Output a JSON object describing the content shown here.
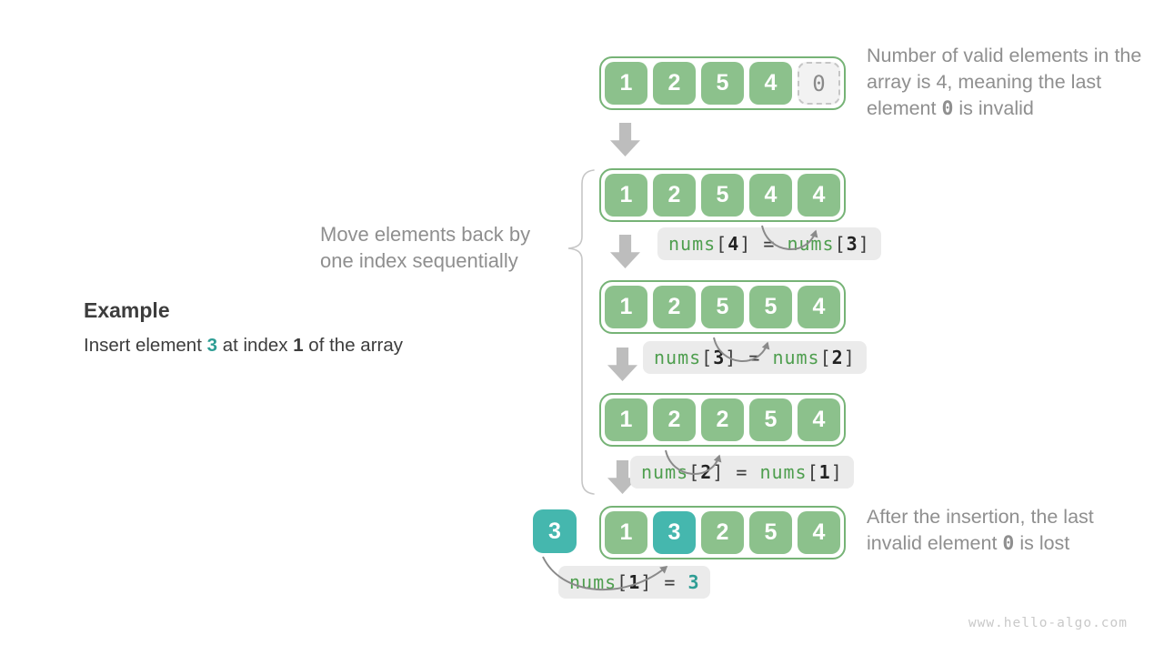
{
  "example": {
    "heading": "Example",
    "line": [
      {
        "t": "Insert element "
      },
      {
        "t": "3",
        "cls": "accent"
      },
      {
        "t": " at index "
      },
      {
        "t": "1",
        "cls": "bold"
      },
      {
        "t": " of the array"
      }
    ]
  },
  "notes": {
    "top": [
      {
        "t": "Number of valid elements in the array is 4, meaning the last element "
      },
      {
        "t": "0",
        "cls": "code"
      },
      {
        "t": " is invalid"
      }
    ],
    "move": "Move elements back by one index sequentially",
    "bottom": [
      {
        "t": "After the insertion, the last invalid element "
      },
      {
        "t": "0",
        "cls": "code"
      },
      {
        "t": " is lost"
      }
    ]
  },
  "steps": [
    {
      "cells": [
        {
          "v": "1"
        },
        {
          "v": "2"
        },
        {
          "v": "5"
        },
        {
          "v": "4"
        },
        {
          "v": "0",
          "variant": "invalid"
        }
      ]
    },
    {
      "cells": [
        {
          "v": "1"
        },
        {
          "v": "2"
        },
        {
          "v": "5"
        },
        {
          "v": "4"
        },
        {
          "v": "4"
        }
      ],
      "label": [
        {
          "t": "nums",
          "cls": "g"
        },
        {
          "t": "["
        },
        {
          "t": "4",
          "cls": "b"
        },
        {
          "t": "] = "
        },
        {
          "t": "nums",
          "cls": "g"
        },
        {
          "t": "["
        },
        {
          "t": "3",
          "cls": "b"
        },
        {
          "t": "]"
        }
      ]
    },
    {
      "cells": [
        {
          "v": "1"
        },
        {
          "v": "2"
        },
        {
          "v": "5"
        },
        {
          "v": "5"
        },
        {
          "v": "4"
        }
      ],
      "label": [
        {
          "t": "nums",
          "cls": "g"
        },
        {
          "t": "["
        },
        {
          "t": "3",
          "cls": "b"
        },
        {
          "t": "] = "
        },
        {
          "t": "nums",
          "cls": "g"
        },
        {
          "t": "["
        },
        {
          "t": "2",
          "cls": "b"
        },
        {
          "t": "]"
        }
      ]
    },
    {
      "cells": [
        {
          "v": "1"
        },
        {
          "v": "2"
        },
        {
          "v": "2"
        },
        {
          "v": "5"
        },
        {
          "v": "4"
        }
      ],
      "label": [
        {
          "t": "nums",
          "cls": "g"
        },
        {
          "t": "["
        },
        {
          "t": "2",
          "cls": "b"
        },
        {
          "t": "] = "
        },
        {
          "t": "nums",
          "cls": "g"
        },
        {
          "t": "["
        },
        {
          "t": "1",
          "cls": "b"
        },
        {
          "t": "]"
        }
      ]
    },
    {
      "cells": [
        {
          "v": "1"
        },
        {
          "v": "3",
          "variant": "accent"
        },
        {
          "v": "2"
        },
        {
          "v": "5"
        },
        {
          "v": "4"
        }
      ],
      "label": [
        {
          "t": "nums",
          "cls": "g"
        },
        {
          "t": "["
        },
        {
          "t": "1",
          "cls": "b"
        },
        {
          "t": "] = "
        },
        {
          "t": "3",
          "cls": "t"
        }
      ]
    }
  ],
  "inserted": [
    {
      "v": "3",
      "variant": "accent"
    }
  ],
  "colors": {
    "cell_green": "#8CC18C",
    "cell_teal": "#45B7AE",
    "array_border_green": "#76B376",
    "code_green": "#4E9E4E",
    "code_teal": "#2E9D94",
    "annotation_gray": "#8f8f8f",
    "arrow_gray": "#bdbdbd",
    "label_bg": "#ebebeb"
  },
  "watermark": "www.hello-algo.com"
}
